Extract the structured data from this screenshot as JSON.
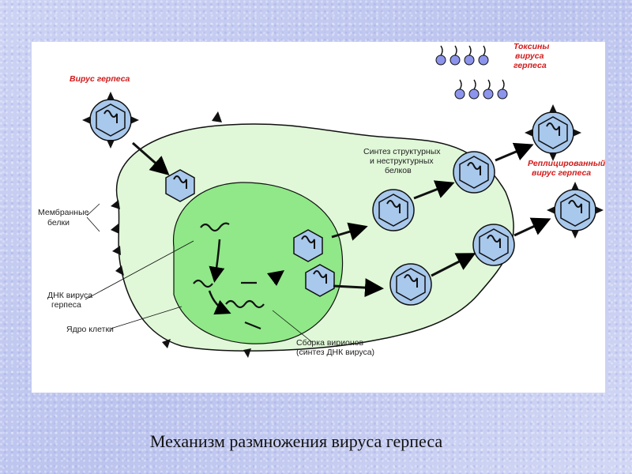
{
  "caption": "Механизм размножения вируса герпеса",
  "labels": {
    "herpes_virus": "Вирус герпеса",
    "toxins_1": "Токсины",
    "toxins_2": "вируса",
    "toxins_3": "герпеса",
    "membrane_1": "Мембранные",
    "membrane_2": "белки",
    "synthesis_1": "Синтез структурных",
    "synthesis_2": "и неструктурных",
    "synthesis_3": "белков",
    "replicated_1": "Реплицированный",
    "replicated_2": "вирус герпеса",
    "dna_1": "ДНК вируса",
    "dna_2": "герпеса",
    "nucleus": "Ядро клетки",
    "assembly_1": "Сборка вирионов",
    "assembly_2": "(синтез ДНК вируса)"
  },
  "colors": {
    "cell": "#e0f8d8",
    "nucleus": "#90e888",
    "virus": "#a8c8ec",
    "toxin": "#8c94ec",
    "label_red": "#d21a1a"
  }
}
